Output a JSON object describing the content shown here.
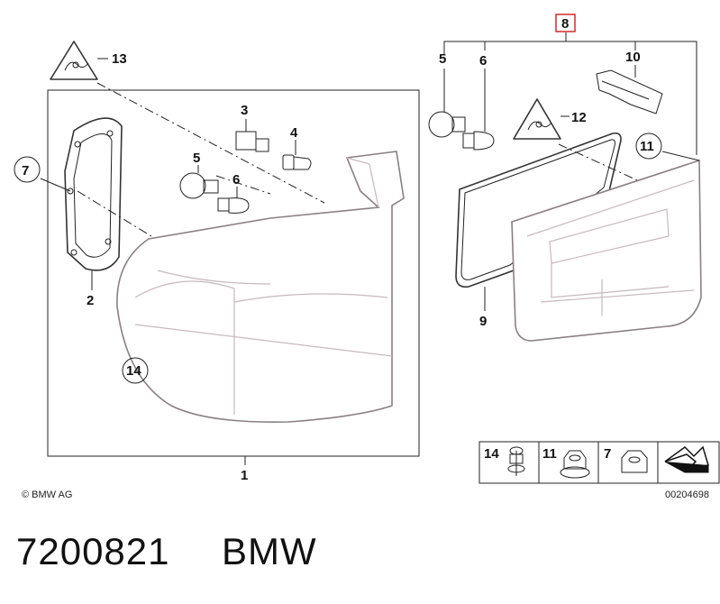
{
  "diagram": {
    "copyright": "© BMW AG",
    "image_code": "00204698",
    "callouts": {
      "c1": "1",
      "c2": "2",
      "c3": "3",
      "c4": "4",
      "c5a": "5",
      "c6a": "6",
      "c7": "7",
      "c13": "13",
      "c14": "14",
      "c8": "8",
      "c5b": "5",
      "c6b": "6",
      "c10": "10",
      "c12": "12",
      "c11": "11",
      "c9": "9"
    },
    "legend": {
      "l14": "14",
      "l11": "11",
      "l7": "7"
    }
  },
  "caption": {
    "part_number": "7200821",
    "brand": "BMW"
  },
  "colors": {
    "highlight": "#d22a2a",
    "lamp_outline": "#8a7f84"
  }
}
